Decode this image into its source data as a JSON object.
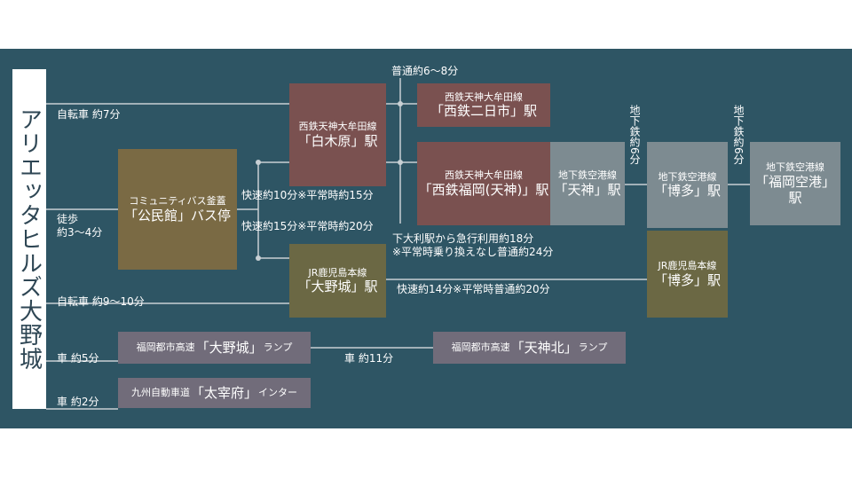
{
  "title": "アリエッタヒルズ大野城",
  "colors": {
    "background": "#2e5564",
    "brown": "#7a5150",
    "olive": "#6b6844",
    "mustard": "#7a6a44",
    "gray": "#7d8b91",
    "purple_gray": "#716c7a",
    "line": "#c8d0d4"
  },
  "stations": {
    "shiraki_hara": {
      "line": "西鉄天神大牟田線",
      "name": "「白木原」駅"
    },
    "futsukaichi": {
      "line": "西鉄天神大牟田線",
      "name": "「西鉄二日市」駅"
    },
    "nishitetsu_fukuoka": {
      "line": "西鉄天神大牟田線",
      "name": "「西鉄福岡(天神)」駅"
    },
    "tenjin_subway": {
      "line": "地下鉄空港線",
      "name": "「天神」駅"
    },
    "hakata_subway": {
      "line": "地下鉄空港線",
      "name": "「博多」駅"
    },
    "fukuoka_airport": {
      "line": "地下鉄空港線",
      "name": "「福岡空港」駅"
    },
    "onojo": {
      "line": "JR鹿児島本線",
      "name": "「大野城」駅"
    },
    "hakata_jr": {
      "line": "JR鹿児島本線",
      "name": "「博多」駅"
    },
    "community_bus": {
      "line": "コミュニティバス釜蓋",
      "name": "「公民館」バス停"
    }
  },
  "ramps": {
    "onojo_ramp": {
      "pre": "福岡都市高速",
      "name": "「大野城」",
      "post": "ランプ"
    },
    "tenjinkita_ramp": {
      "pre": "福岡都市高速",
      "name": "「天神北」",
      "post": "ランプ"
    },
    "dazaifu_ic": {
      "pre": "九州自動車道",
      "name": "「太宰府」",
      "post": "インター"
    }
  },
  "labels": {
    "bike_7": "自転車 約7分",
    "walk_1": "徒歩",
    "walk_2": "約3〜4分",
    "bike_9_10": "自転車 約9〜10分",
    "car_5": "車 約5分",
    "car_2": "車 約2分",
    "car_11": "車 約11分",
    "local_6_8": "普通約6〜8分",
    "rapid_10": "快速約10分※平常時約15分",
    "rapid_15": "快速約15分※平常時約20分",
    "express_1": "下大利駅から急行利用約18分",
    "express_2": "※平常時乗り換えなし普通約24分",
    "jr_rapid": "快速約14分※平常時普通約20分",
    "subway_6a": "地下鉄約6分",
    "subway_6b": "地下鉄約6分"
  }
}
